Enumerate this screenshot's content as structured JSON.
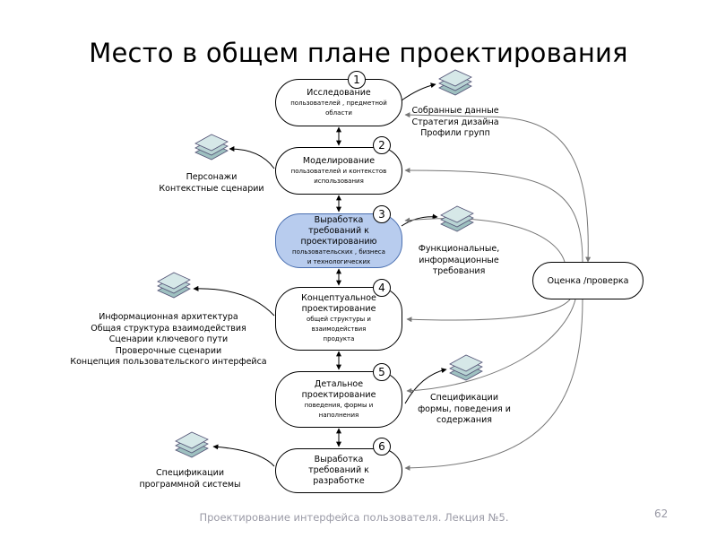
{
  "title": "Место в общем плане проектирования",
  "stages": [
    {
      "num": "1",
      "title": "Исследование",
      "sub": "пользователей , предметной области"
    },
    {
      "num": "2",
      "title": "Моделирование",
      "sub": "пользователей и контекстов использования"
    },
    {
      "num": "3",
      "title": "Выработка требований к проектированию",
      "sub": "пользовательских , бизнеса и технологических"
    },
    {
      "num": "4",
      "title": "Концептуальное проектирование",
      "sub": "общей структуры и взаимодействия продукта"
    },
    {
      "num": "5",
      "title": "Детальное проектирование",
      "sub": "поведения, формы и наполнения"
    },
    {
      "num": "6",
      "title": "Выработка требований к разработке",
      "sub": ""
    }
  ],
  "evaluation": "Оценка /проверка",
  "artifacts": {
    "a1": [
      "Собранные данные",
      "Стратегия дизайна",
      "Профили групп"
    ],
    "a2": [
      "Персонажи",
      "Контекстные сценарии"
    ],
    "a3": [
      "Функциональные,",
      "информационные",
      "требования"
    ],
    "a4": [
      "Информационная архитектура",
      "Общая структура взаимодействия",
      "Сценарии ключевого пути",
      "Проверочные сценарии",
      "Концепция пользовательского интерфейса"
    ],
    "a5": [
      "Спецификации",
      "формы, поведения и",
      "содержания"
    ],
    "a6": [
      "Спецификации",
      "программной системы"
    ]
  },
  "footer": "Проектирование интерфейса пользователя. Лекция №5.",
  "page_number": "62",
  "colors": {
    "highlight": "#b8ccee",
    "doc": "#7fa6a6",
    "footer": "#9a9aa6"
  }
}
